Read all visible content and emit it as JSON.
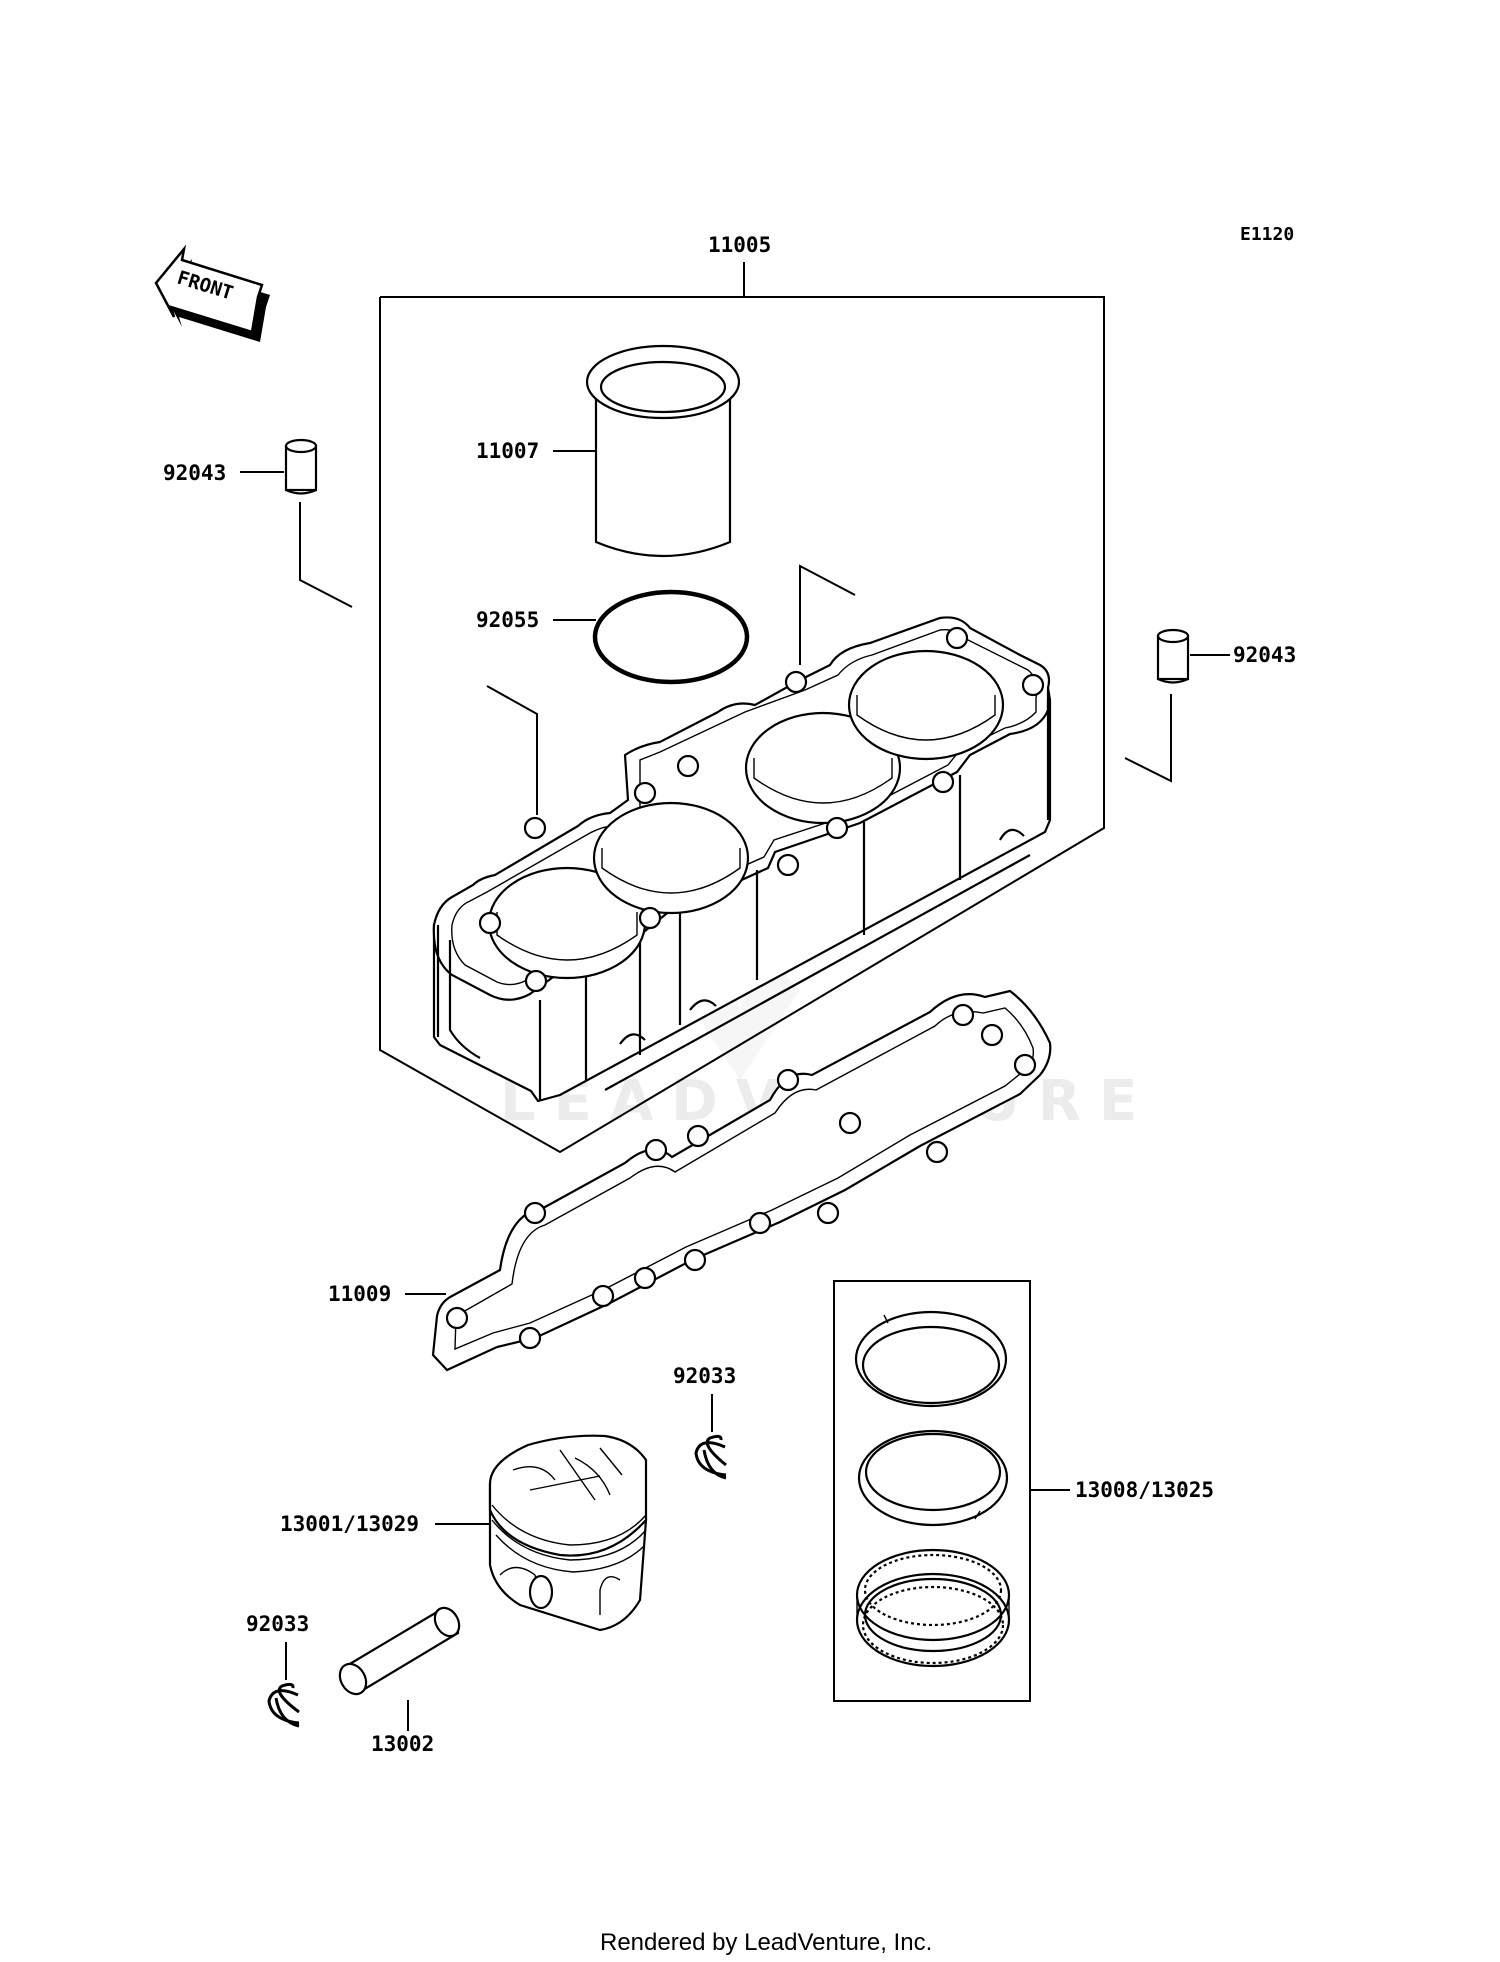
{
  "diagram_code": "E1120",
  "front_label": "FRONT",
  "parts": {
    "cylinder_block": "11005",
    "cylinder_sleeve": "11007",
    "o_ring": "92055",
    "dowel_pin_left": "92043",
    "dowel_pin_right": "92043",
    "base_gasket": "11009",
    "circlip_upper": "92033",
    "piston": "13001/13029",
    "circlip_lower": "92033",
    "piston_pin": "13002",
    "piston_ring_set": "13008/13025"
  },
  "watermark": "LEADVENTURE",
  "footer": "Rendered by LeadVenture, Inc."
}
